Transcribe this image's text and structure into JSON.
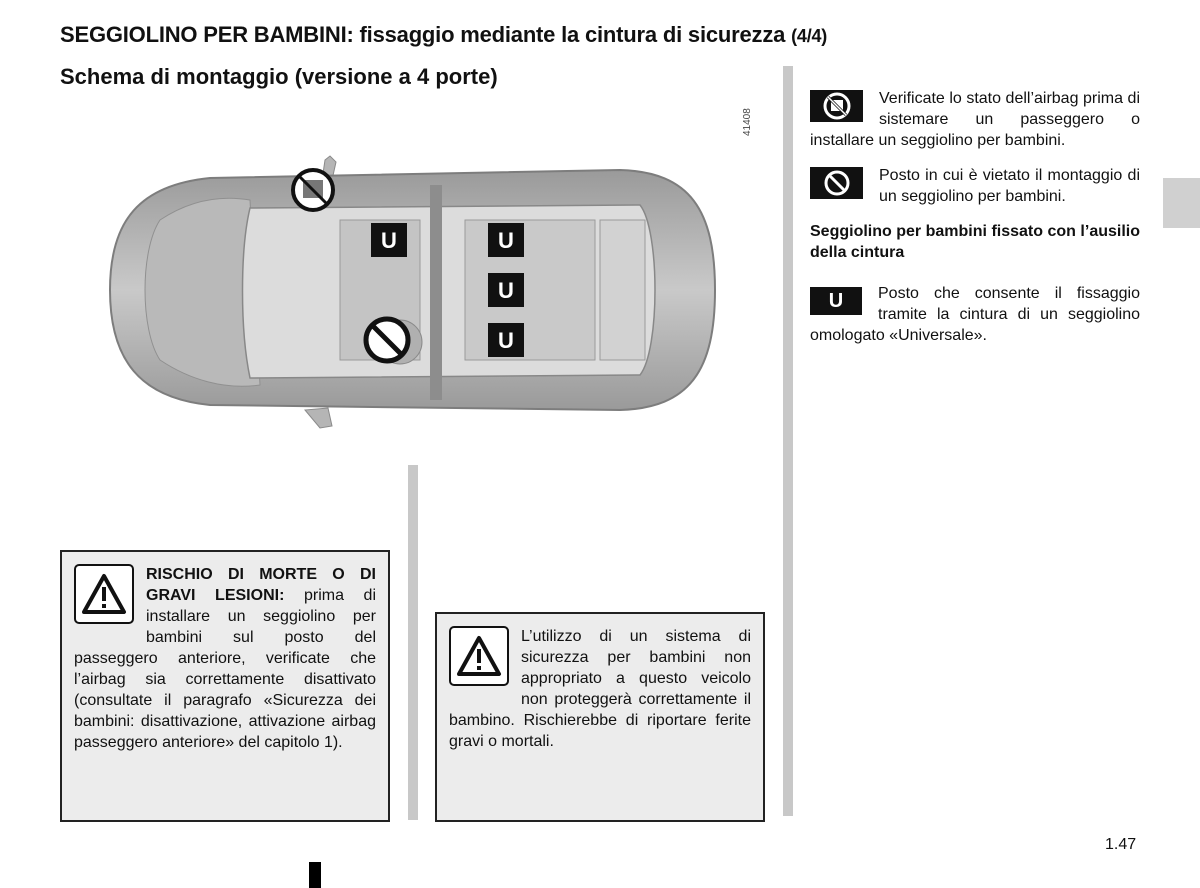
{
  "header": {
    "title": "SEGGIOLINO PER BAMBINI: fissaggio mediante la cintura di sicurezza",
    "title_part": "(4/4)",
    "subtitle": "Schema di montaggio (versione a 4 porte)"
  },
  "figure": {
    "code": "41408",
    "seat_labels": [
      "U",
      "U",
      "U",
      "U"
    ]
  },
  "right_column": {
    "airbag_icon": "airbag-child-seat-icon",
    "airbag_text": "Verificate lo stato dell’airbag prima di sistemare un passeggero o installare un seggiolino per bambini.",
    "prohibited_icon": "prohibited-icon",
    "prohibited_text": "Posto in cui è vietato il montaggio di un seggiolino per bambini.",
    "belt_heading": "Seggiolino per bambini fissato con l’ausilio della cintura",
    "u_label": "U",
    "u_text": "Posto che consente il fissaggio tramite la cintura di un seggiolino omologato «Universale»."
  },
  "warning_left": {
    "icon": "warning-triangle-icon",
    "bold": "RISCHIO DI MORTE O DI GRAVI LESIONI:",
    "text": " prima di installare un seggiolino per bambini sul posto del passeggero anteriore, verificate che l’airbag sia correttamente disattivato (consultate il paragrafo «Sicurezza dei bambini: disattivazione, attivazione airbag passeggero anteriore» del capitolo 1)."
  },
  "warning_right": {
    "icon": "warning-triangle-icon",
    "text": "L’utilizzo di un sistema di sicurezza per bambini non appropriato a questo veicolo non proteggerà correttamente il bambino. Rischierebbe di riportare ferite gravi o mortali."
  },
  "footer": {
    "page_number": "1.47"
  }
}
